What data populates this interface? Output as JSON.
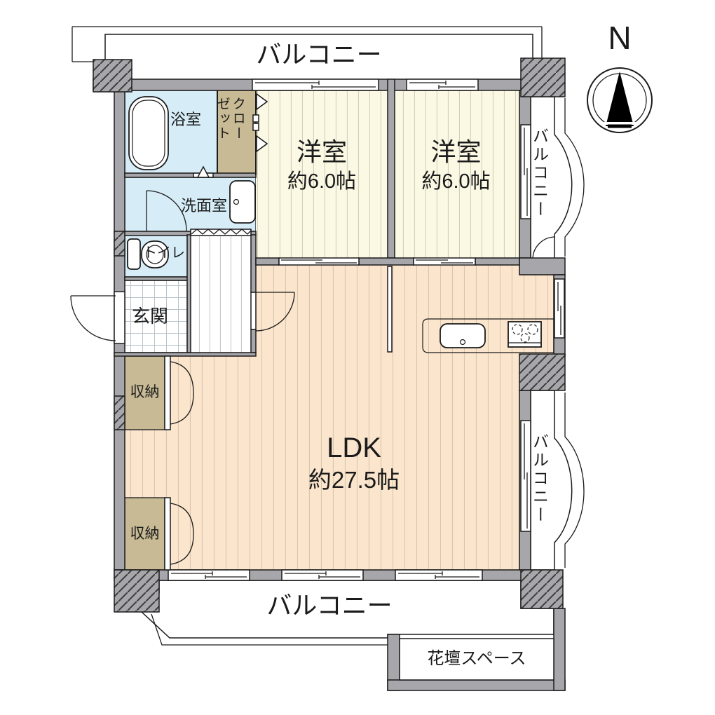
{
  "palette": {
    "line": "#1b1b1b",
    "wall": "#a7a7ab",
    "blue": "#d6edf8",
    "tan": "#c7ba94",
    "cream": "#fbf8e4",
    "cream_stripe": "#d2d0ba",
    "peach": "#fbe5cc",
    "peach_stripe": "#d9c6af",
    "corridor_stripe": "#c8c8c8",
    "tile": "#b8c4ca"
  },
  "compass": {
    "label": "N"
  },
  "balconies": {
    "top": "バルコニー",
    "right_upper": "バルコニー",
    "right_lower": "バルコニー",
    "bottom": "バルコニー"
  },
  "rooms": {
    "bath": {
      "label": "浴室"
    },
    "closet": {
      "label": "クローゼット",
      "line1": "クロー",
      "line2": "ゼット"
    },
    "washroom": {
      "label": "洗面室"
    },
    "toilet": {
      "label": "トイレ"
    },
    "entrance": {
      "label": "玄関"
    },
    "western1": {
      "label": "洋室",
      "size": "約6.0帖"
    },
    "western2": {
      "label": "洋室",
      "size": "約6.0帖"
    },
    "ldk": {
      "label": "LDK",
      "size": "約27.5帖"
    },
    "storage1": {
      "label": "収納"
    },
    "storage2": {
      "label": "収納"
    },
    "flowerbed": {
      "label": "花壇スペース"
    }
  }
}
